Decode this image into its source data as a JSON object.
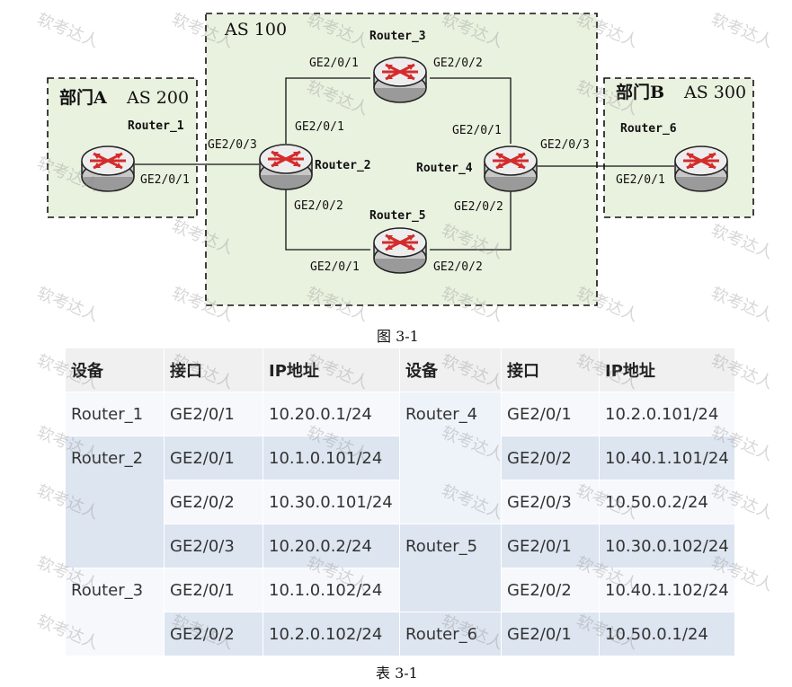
{
  "diagram": {
    "as100": "AS 100",
    "deptA": "部门A",
    "as200": "AS 200",
    "deptB": "部门B",
    "as300": "AS 300",
    "router1": "Router_1",
    "router2": "Router_2",
    "router3": "Router_3",
    "router4": "Router_4",
    "router5": "Router_5",
    "router6": "Router_6",
    "ports": {
      "r1_ge201": "GE2/0/1",
      "r2_ge203": "GE2/0/3",
      "r2_ge201": "GE2/0/1",
      "r2_ge202": "GE2/0/2",
      "r3_ge201": "GE2/0/1",
      "r3_ge202": "GE2/0/2",
      "r4_ge201": "GE2/0/1",
      "r4_ge202": "GE2/0/2",
      "r4_ge203": "GE2/0/3",
      "r5_ge201": "GE2/0/1",
      "r5_ge202": "GE2/0/2",
      "r6_ge201": "GE2/0/1"
    },
    "colors": {
      "zone_fill": "#e9f1df",
      "router_red": "#d42b2b"
    }
  },
  "figure_caption": "图 3-1",
  "table": {
    "headers": [
      "设备",
      "接口",
      "IP地址",
      "设备",
      "接口",
      "IP地址"
    ],
    "r1": {
      "dev": "Router_1",
      "if": "GE2/0/1",
      "ip": "10.20.0.1/24",
      "dev2": "Router_4",
      "if2": "GE2/0/1",
      "ip2": "10.2.0.101/24"
    },
    "r2": {
      "dev": "Router_2",
      "if": "GE2/0/1",
      "ip": "10.1.0.101/24",
      "if2": "GE2/0/2",
      "ip2": "10.40.1.101/24"
    },
    "r3": {
      "if": "GE2/0/2",
      "ip": "10.30.0.101/24",
      "if2": "GE2/0/3",
      "ip2": "10.50.0.2/24"
    },
    "r4": {
      "if": "GE2/0/3",
      "ip": "10.20.0.2/24",
      "dev2": "Router_5",
      "if2": "GE2/0/1",
      "ip2": "10.30.0.102/24"
    },
    "r5": {
      "dev": "Router_3",
      "if": "GE2/0/1",
      "ip": "10.1.0.102/24",
      "if2": "GE2/0/2",
      "ip2": "10.40.1.102/24"
    },
    "r6": {
      "if": "GE2/0/2",
      "ip": "10.2.0.102/24",
      "dev2": "Router_6",
      "if2": "GE2/0/1",
      "ip2": "10.50.0.1/24"
    }
  },
  "table_caption": "表 3-1",
  "watermark": "软考达人"
}
